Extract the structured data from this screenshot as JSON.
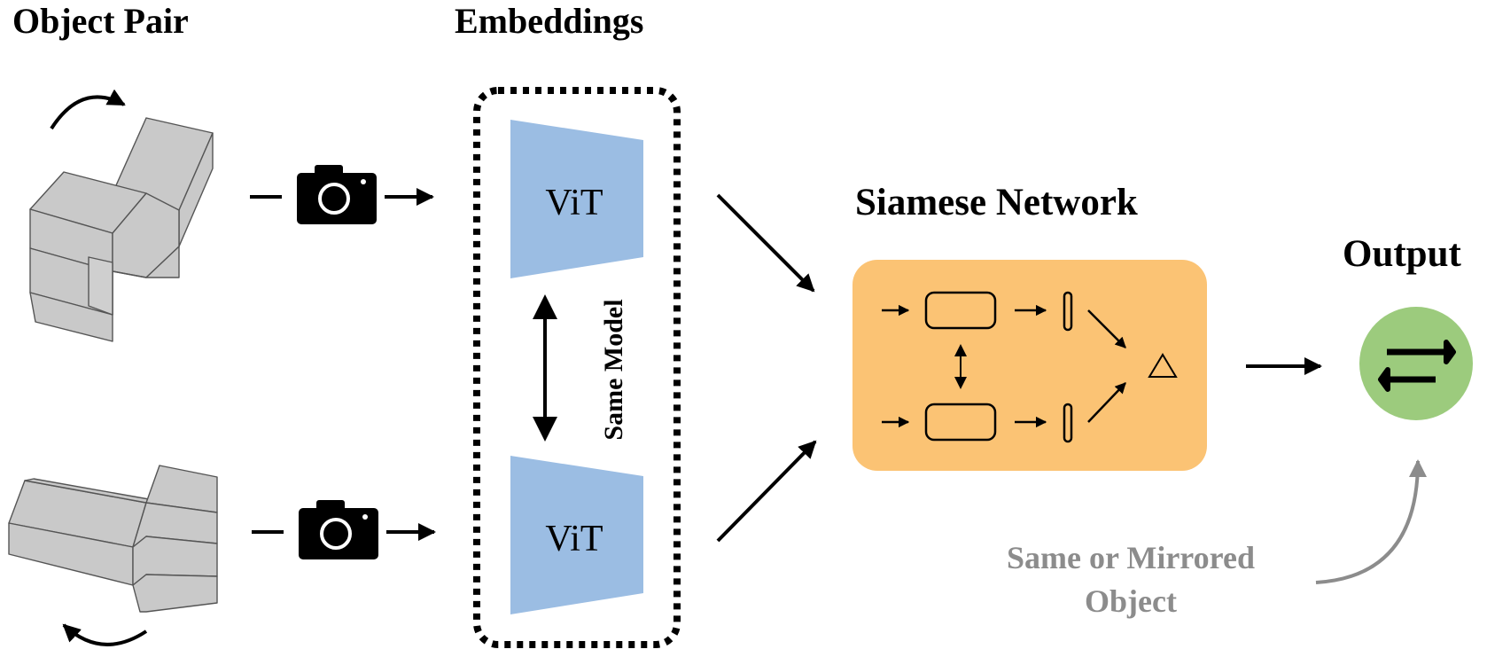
{
  "headings": {
    "object_pair": "Object Pair",
    "embeddings": "Embeddings",
    "siamese_network": "Siamese Network",
    "output": "Output"
  },
  "encoder": {
    "top_label": "ViT",
    "bottom_label": "ViT",
    "shared_label": "Same Model"
  },
  "note": {
    "line1": "Same or Mirrored",
    "line2": "Object"
  },
  "colors": {
    "encoder_fill": "#9bbde3",
    "network_fill": "#fbc374",
    "output_fill": "#9ccb7d",
    "block_fill": "#c9c9c9",
    "note_text": "#8c8c8c"
  },
  "icons": {
    "camera": "camera-icon",
    "rotate": "curved-arrow-icon",
    "output": "swap-arrows-icon"
  }
}
